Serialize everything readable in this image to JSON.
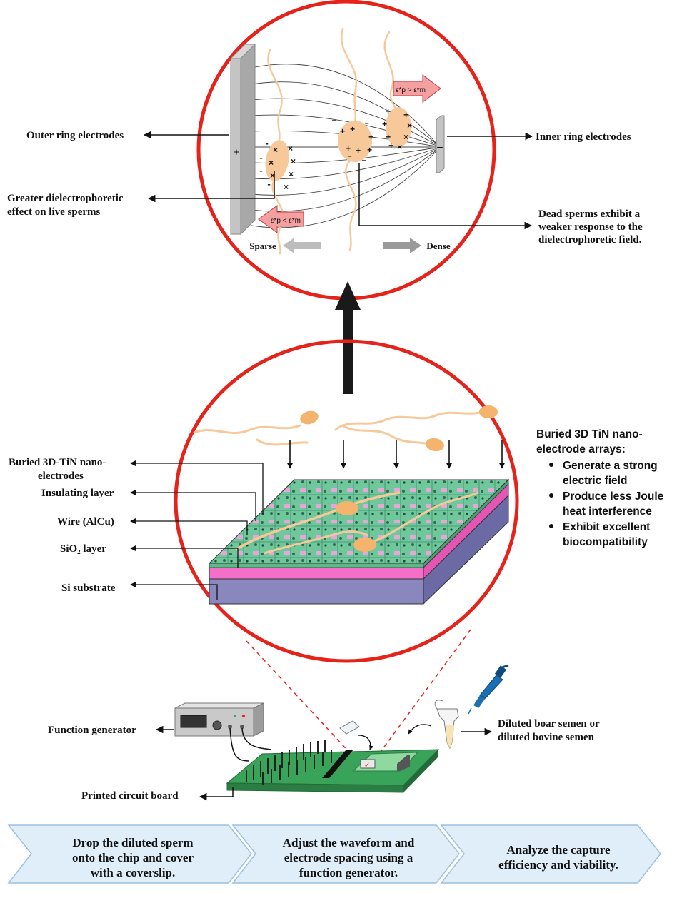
{
  "labels": {
    "outer_ring": "Outer ring electrodes",
    "inner_ring": "Inner ring electrodes",
    "greater_effect_1": "Greater dielectrophoretic",
    "greater_effect_2": "effect on live sperms",
    "dead_1": "Dead sperms exhibit a",
    "dead_2": "weaker response to the",
    "dead_3": "dielectrophoretic field.",
    "sparse": "Sparse",
    "dense": "Dense",
    "eps_gt": "ε*p > ε*m",
    "eps_lt": "ε*p < ε*m",
    "plus_sign": "+",
    "minus_sign": "–",
    "buried_1": "Buried 3D-TiN nano-",
    "buried_2": "electrodes",
    "insulating": "Insulating layer",
    "wire": "Wire (AlCu)",
    "sio2": "SiO₂ layer",
    "si_sub": "Si substrate",
    "function_gen": "Function generator",
    "pcb": "Printed circuit board",
    "semen_1": "Diluted boar semen or",
    "semen_2": "diluted bovine semen"
  },
  "bullets": {
    "title_1": "Buried 3D TiN nano-",
    "title_2": "electrode arrays:",
    "items": [
      [
        "Generate a strong",
        "electric field"
      ],
      [
        "Produce less Joule",
        "heat interference"
      ],
      [
        "Exhibit excellent",
        "biocompatibility"
      ]
    ]
  },
  "steps": [
    [
      "Drop the diluted sperm",
      "onto the chip and cover",
      "with a coverslip."
    ],
    [
      "Adjust the waveform and",
      "electrode spacing using a",
      "function generator."
    ],
    [
      "Analyze the capture",
      "efficiency and viability."
    ]
  ],
  "colors": {
    "ring": "#e5231b",
    "sperm": "#f7c99a",
    "sperm_head": "#f4b46e",
    "chip_top": "#6fc79b",
    "chip_pink": "#f56fc8",
    "chip_purple": "#8a87bf",
    "pcb_green": "#3aa35a",
    "chevron": "#dfeef9"
  }
}
